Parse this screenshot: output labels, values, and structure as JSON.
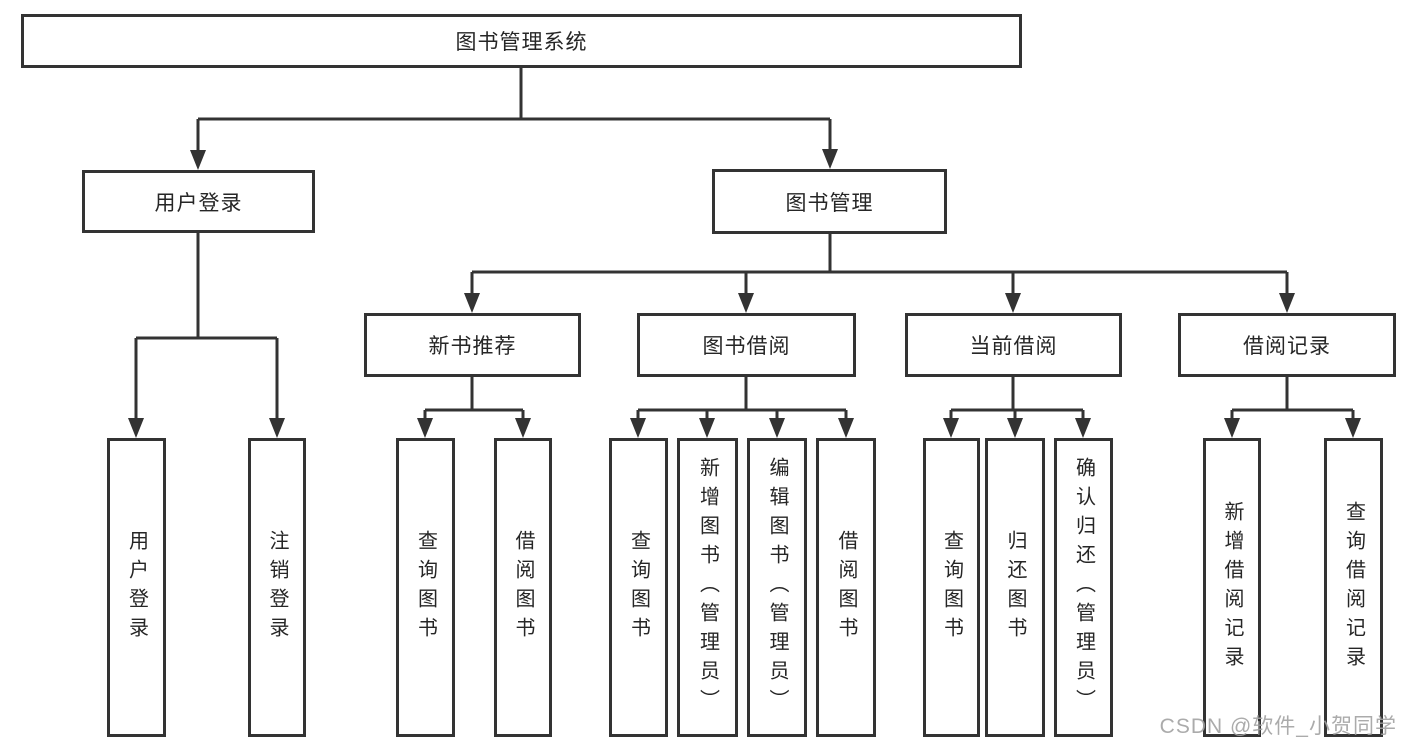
{
  "tree": {
    "root": "图书管理系统",
    "modules": [
      {
        "label": "用户登录",
        "children": [
          "用户登录",
          "注销登录"
        ]
      },
      {
        "label": "图书管理",
        "submodules": [
          {
            "label": "新书推荐",
            "children": [
              "查询图书",
              "借阅图书"
            ]
          },
          {
            "label": "图书借阅",
            "children": [
              "查询图书",
              "新增图书（管理员）",
              "编辑图书（管理员）",
              "借阅图书"
            ]
          },
          {
            "label": "当前借阅",
            "children": [
              "查询图书",
              "归还图书",
              "确认归还（管理员）"
            ]
          },
          {
            "label": "借阅记录",
            "children": [
              "新增借阅记录",
              "查询借阅记录"
            ]
          }
        ]
      }
    ]
  },
  "colors": {
    "line": "#333333",
    "border": "#333333",
    "text": "#262626",
    "watermark": "#a2a2a2"
  },
  "watermark": "CSDN @软件_小贺同学"
}
